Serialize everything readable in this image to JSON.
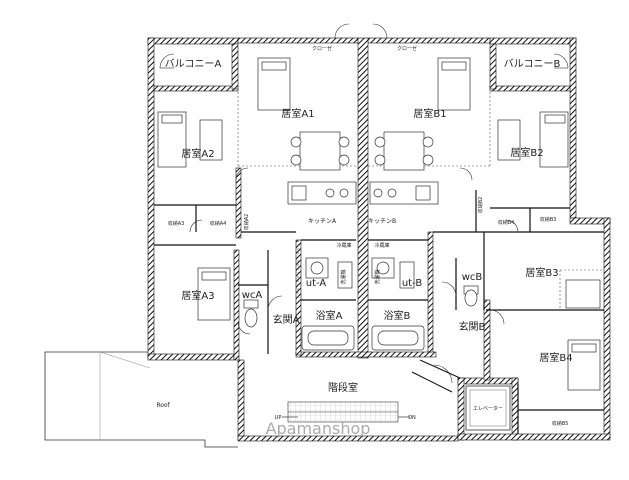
{
  "floor_plan": {
    "rooms": {
      "balcony_a": "バルコニーA",
      "balcony_b": "バルコニーB",
      "room_a1": "居室A1",
      "room_b1": "居室B1",
      "room_a2": "居室A2",
      "room_b2": "居室B2",
      "kitchen_a": "キッチンA",
      "kitchen_b": "キッチンB",
      "storage_a2": "収納A2",
      "storage_a3": "収納A3",
      "storage_a4": "収納A4",
      "storage_b2": "収納B2",
      "storage_b3": "収納B3",
      "storage_b4": "収納B4",
      "storage_b5": "収納B5",
      "fridge_a": "冷蔵庫",
      "fridge_b": "冷蔵庫",
      "washer_a": "洗濯機",
      "washer_b": "洗濯機",
      "ut_a": "ut-A",
      "ut_b": "ut-B",
      "room_a3": "居室A3",
      "room_b3": "居室B3",
      "room_b4": "居室B4",
      "wc_a": "wcA",
      "wc_b": "wcB",
      "entrance_a": "玄関A",
      "entrance_b": "玄関B",
      "bath_a": "浴室A",
      "bath_b": "浴室B",
      "stair_hall": "階段室",
      "elevator": "エレベーター",
      "roof": "Roof",
      "up": "UP",
      "dn": "DN",
      "closet_a": "クローゼ",
      "closet_b": "クローゼ"
    },
    "watermark": "Apamanshop"
  }
}
